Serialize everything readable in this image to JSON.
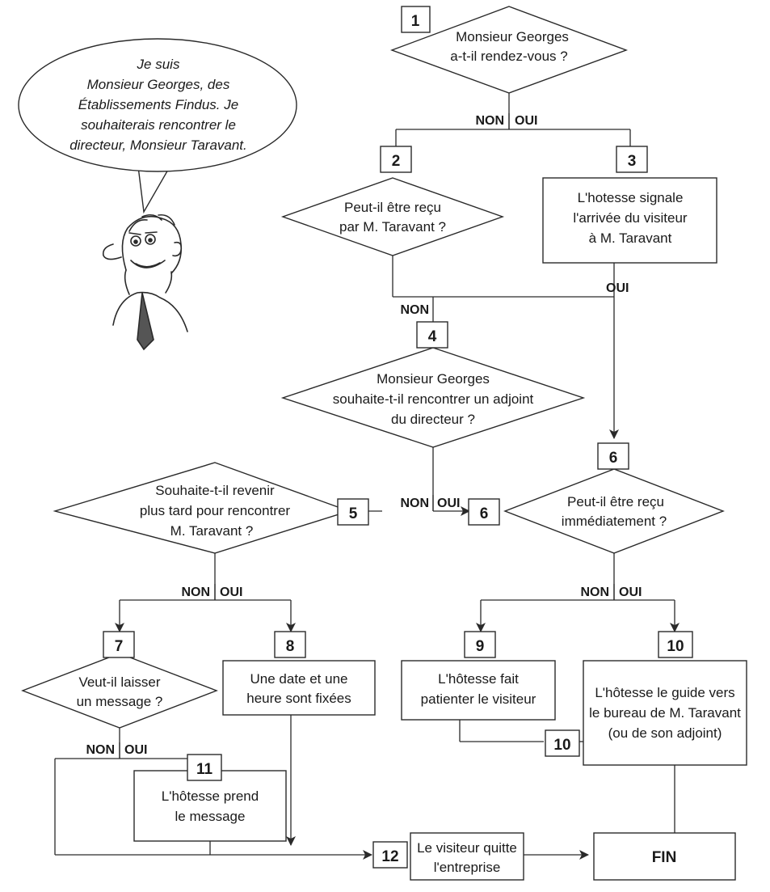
{
  "bubble": {
    "lines": [
      "Je suis",
      "Monsieur Georges, des",
      "Établissements Findus. Je",
      "souhaiterais rencontrer le",
      "directeur, Monsieur Taravant."
    ]
  },
  "steps": {
    "s1": {
      "number": "1",
      "lines": [
        "Monsieur Georges",
        "a-t-il rendez-vous ?"
      ]
    },
    "s2": {
      "number": "2",
      "lines": [
        "Peut-il être reçu",
        "par M. Taravant ?"
      ]
    },
    "s3": {
      "number": "3",
      "lines": [
        "L'hotesse signale",
        "l'arrivée du visiteur",
        "à M. Taravant"
      ]
    },
    "s4": {
      "number": "4",
      "lines": [
        "Monsieur Georges",
        "souhaite-t-il rencontrer un adjoint",
        "du directeur ?"
      ]
    },
    "s5": {
      "number": "5",
      "lines": [
        "Souhaite-t-il revenir",
        "plus tard pour rencontrer",
        "M. Taravant ?"
      ]
    },
    "s6": {
      "number": "6",
      "lines": [
        "Peut-il être reçu",
        "immédiatement ?"
      ]
    },
    "s7": {
      "number": "7",
      "lines": [
        "Veut-il laisser",
        "un message ?"
      ]
    },
    "s8": {
      "number": "8",
      "lines": [
        "Une date et une",
        "heure sont fixées"
      ]
    },
    "s9": {
      "number": "9",
      "lines": [
        "L'hôtesse fait",
        "patienter le visiteur"
      ]
    },
    "s10": {
      "number": "10",
      "lines": [
        "L'hôtesse le guide vers",
        "le bureau de M. Taravant",
        "(ou de son adjoint)"
      ]
    },
    "s11": {
      "number": "11",
      "lines": [
        "L'hôtesse prend",
        "le message"
      ]
    },
    "s12": {
      "number": "12",
      "lines": [
        "Le visiteur quitte",
        "l'entreprise"
      ]
    }
  },
  "end_label": "FIN",
  "labels": {
    "non": "NON",
    "oui": "OUI"
  }
}
